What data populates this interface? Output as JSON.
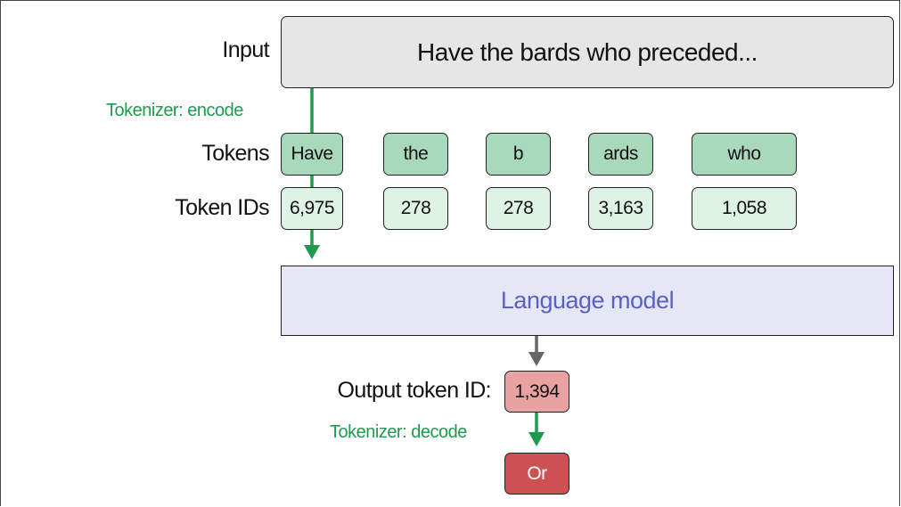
{
  "labels": {
    "input": "Input",
    "tokenizer_encode": "Tokenizer: encode",
    "tokens": "Tokens",
    "token_ids": "Token IDs",
    "output_token_id": "Output token ID:",
    "tokenizer_decode": "Tokenizer: decode"
  },
  "input_text": "Have the bards who preceded...",
  "tokens": [
    {
      "text": "Have",
      "id": "6,975"
    },
    {
      "text": "the",
      "id": "278"
    },
    {
      "text": "b",
      "id": "278"
    },
    {
      "text": "ards",
      "id": "3,163"
    },
    {
      "text": "who",
      "id": "1,058"
    }
  ],
  "model": "Language model",
  "output": {
    "id": "1,394",
    "token": "Or"
  },
  "colors": {
    "green": "#1e9a4f",
    "token_fill": "#a9d9bd",
    "token_id_fill": "#def2e5",
    "model_fill": "#e5e6f6",
    "model_text": "#5a61c0",
    "output_id_fill": "#e8a2a2",
    "output_token_fill": "#cd5052",
    "arrow_gray": "#666666"
  }
}
